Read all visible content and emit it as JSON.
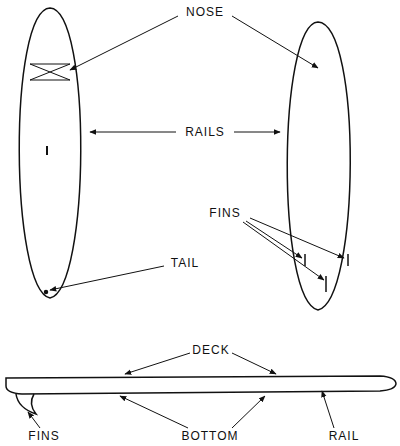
{
  "diagram": {
    "labels": [
      "NOSE",
      "RAILS",
      "FINS",
      "TAIL",
      "DECK",
      "FINS",
      "BOTTOM",
      "RAIL"
    ]
  }
}
